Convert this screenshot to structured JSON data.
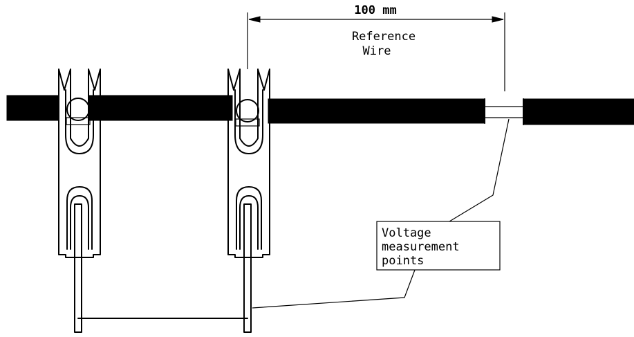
{
  "diagram": {
    "dimension_label": "100 mm",
    "reference_label_line1": "Reference",
    "reference_label_line2": "Wire",
    "callout_line1": "Voltage",
    "callout_line2": "measurement",
    "callout_line3": "points"
  }
}
